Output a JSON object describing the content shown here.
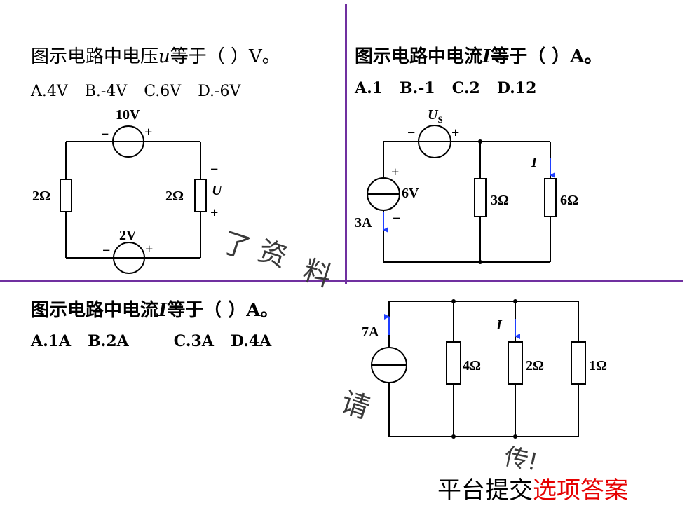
{
  "q1": {
    "title_pre": "图示电路中电压",
    "title_var": "u",
    "title_post": "等于（     ）V。",
    "options": [
      "A.4V",
      "B.-4V",
      "C.6V",
      "D.-6V"
    ],
    "labels": {
      "src_top_value": "10V",
      "src_top_minus": "−",
      "src_top_plus": "+",
      "src_bottom_value": "2V",
      "src_bottom_minus": "−",
      "src_bottom_plus": "+",
      "r_left": "2Ω",
      "r_right": "2Ω",
      "u_label": "U",
      "u_minus": "−",
      "u_plus": "+"
    }
  },
  "q2": {
    "title_pre": "图示电路中电流",
    "title_var": "I",
    "title_post": "等于（     ）A。",
    "options": [
      "A.1",
      "B.-1",
      "C.2",
      "D.12"
    ],
    "labels": {
      "us": "U",
      "us_sub": "S",
      "us_minus": "−",
      "us_plus": "+",
      "cs_value": "6V",
      "cs_plus": "+",
      "cs_minus": "−",
      "cs_current": "3A",
      "r_mid": "3Ω",
      "r_right": "6Ω",
      "i_label": "I"
    }
  },
  "q3": {
    "title_pre": "图示电路中电流",
    "title_var": "I",
    "title_post": "等于（     ）A。",
    "options": [
      "A.1A",
      "B.2A",
      "C.3A",
      "D.4A"
    ],
    "labels": {
      "cs_current": "7A",
      "r1": "4Ω",
      "r2": "2Ω",
      "r3": "1Ω",
      "i_label": "I"
    }
  },
  "watermarks": [
    "了",
    "资",
    "料",
    "请",
    "传!"
  ],
  "footer": {
    "black": "平台提交",
    "red": "选项答案"
  },
  "colors": {
    "divider": "#7030a0",
    "arrow": "#1f3fff",
    "footer_red": "#e60000"
  }
}
